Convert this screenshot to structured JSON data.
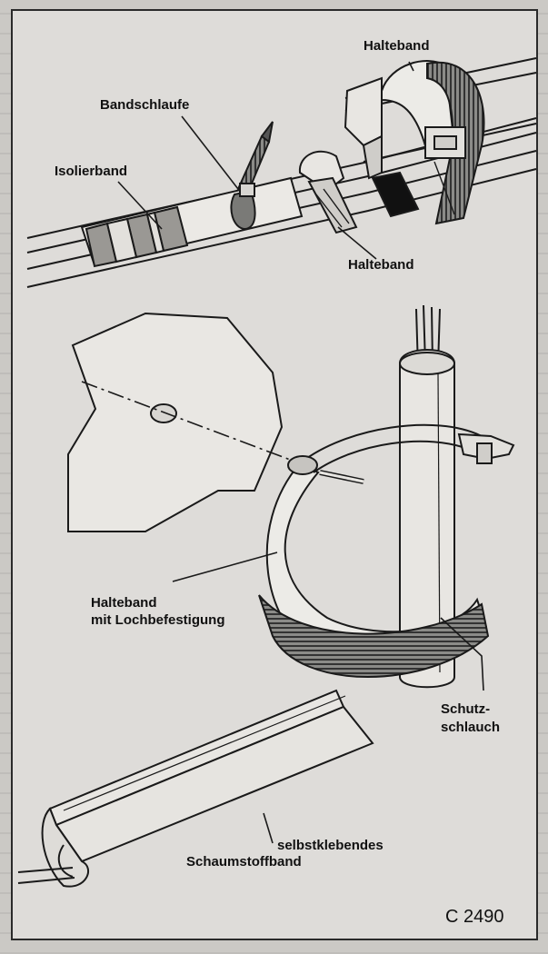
{
  "labels": {
    "top_band": "Halteband",
    "bandschlaufe": "Bandschlaufe",
    "isolierband": "Isolierband",
    "mid_band": "Halteband",
    "lochbefestigung_line1": "Halteband",
    "lochbefestigung_line2": "mit Lochbefestigung",
    "schutz_line1": "Schutz-",
    "schutz_line2": "schlauch",
    "schaum_line1": "selbstklebendes",
    "schaum_line2": "Schaumstoffband"
  },
  "figure_number": "C 2490"
}
